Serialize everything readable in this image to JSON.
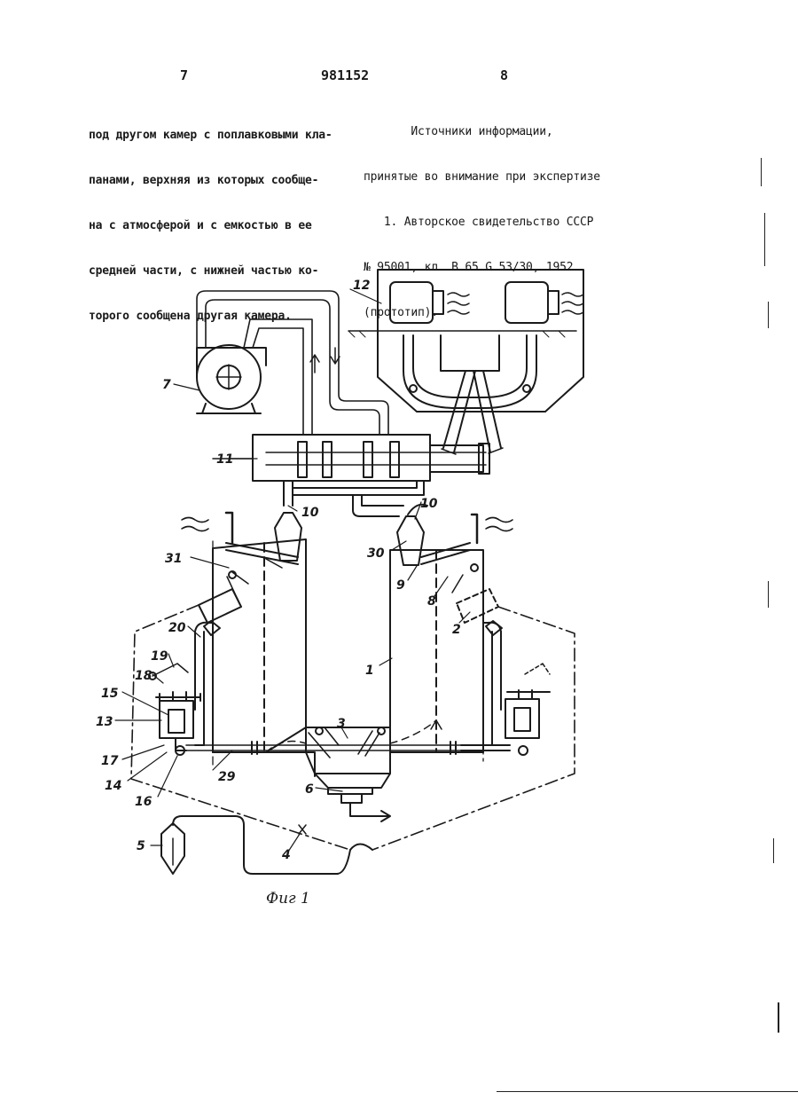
{
  "header": {
    "page_left": "7",
    "patent_number": "981152",
    "page_right": "8"
  },
  "left_column": {
    "lines": [
      "под другом камер с поплавковыми кла-",
      "панами, верхняя из которых сообще-",
      "на с атмосферой и с емкостью в ее",
      "средней части, с нижней частью ко-",
      "торого сообщена другая камера."
    ]
  },
  "right_column": {
    "lines": [
      "       Источники информации,",
      "принятые во внимание при экспертизе",
      "   1. Авторское свидетельство СССР",
      "№ 95001, кл. В 65 G 53/30, 1952",
      "(прототип)."
    ]
  },
  "figure": {
    "caption": "Фиг 1",
    "labels": {
      "l1": "1",
      "l2": "2",
      "l3": "3",
      "l4": "4",
      "l5": "5",
      "l6": "6",
      "l7": "7",
      "l8": "8",
      "l9": "9",
      "l10a": "10",
      "l10b": "10",
      "l11": "11",
      "l12": "12",
      "l13": "13",
      "l14": "14",
      "l15": "15",
      "l16": "16",
      "l17": "17",
      "l18": "18",
      "l19": "19",
      "l20": "20",
      "l29": "29",
      "l30": "30",
      "l31": "31"
    }
  }
}
